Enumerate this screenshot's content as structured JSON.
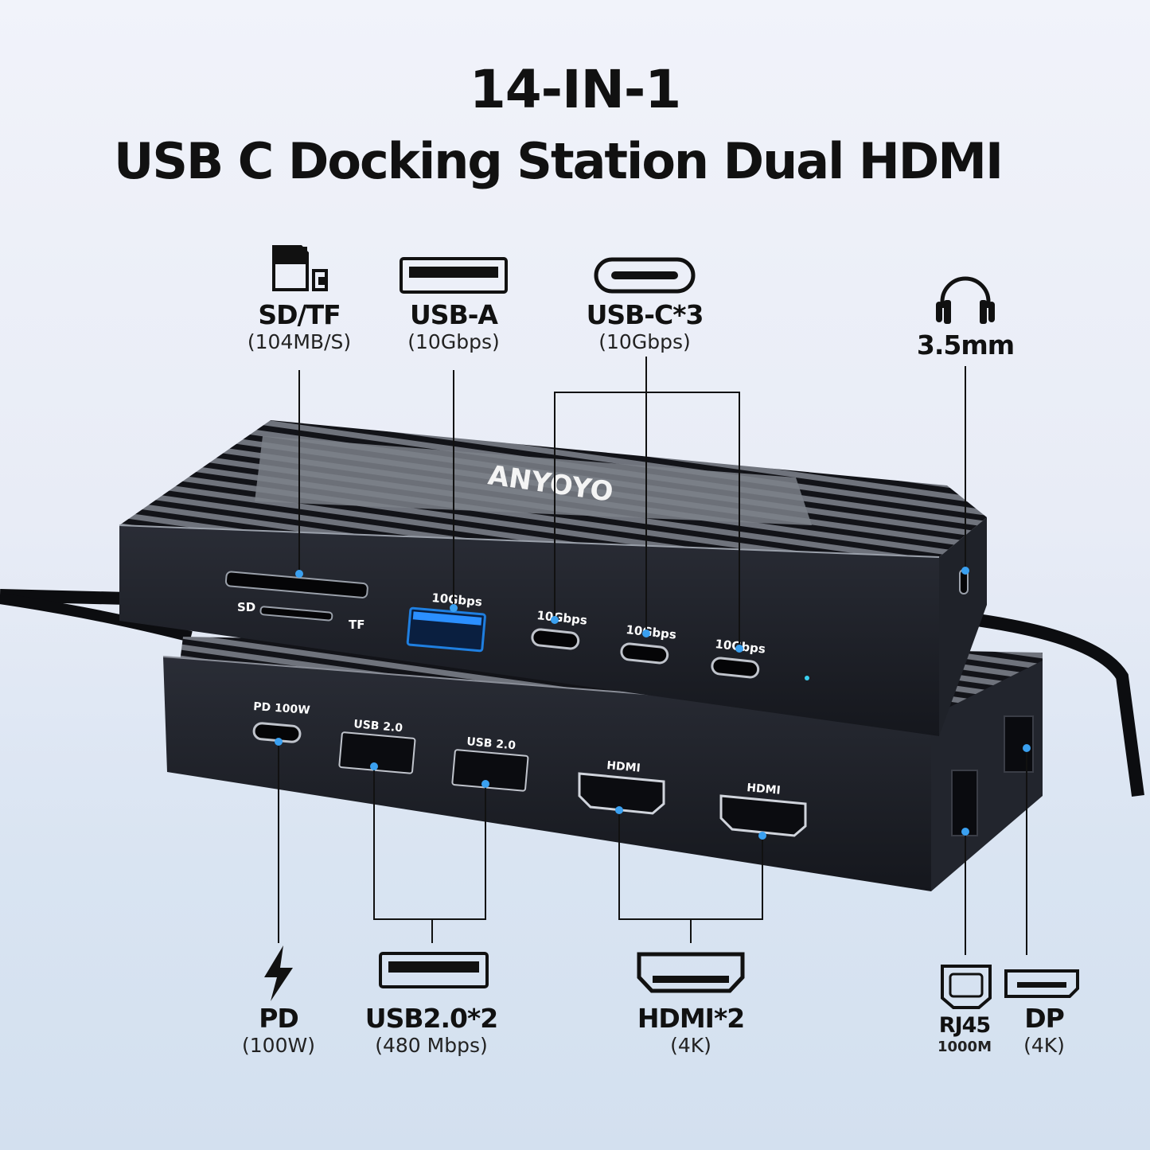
{
  "header": {
    "title_line1": "14-IN-1",
    "title_line2": "USB C Docking Station Dual HDMI"
  },
  "brand": {
    "logo_text": "ANYOYO"
  },
  "top_callouts": [
    {
      "id": "sd-tf",
      "icon": "sd-card-icon",
      "name": "SD/TF",
      "spec": "(104MB/S)"
    },
    {
      "id": "usb-a",
      "icon": "usb-a-icon",
      "name": "USB-A",
      "spec": "(10Gbps)"
    },
    {
      "id": "usb-c",
      "icon": "usb-c-icon",
      "name": "USB-C*3",
      "spec": "(10Gbps)"
    },
    {
      "id": "audio",
      "icon": "headphones-icon",
      "name": "3.5mm",
      "spec": ""
    }
  ],
  "bottom_callouts": [
    {
      "id": "pd",
      "icon": "lightning-icon",
      "name": "PD",
      "spec": "(100W)"
    },
    {
      "id": "usb2",
      "icon": "usb-a-icon",
      "name": "USB2.0*2",
      "spec": "(480 Mbps)"
    },
    {
      "id": "hdmi",
      "icon": "hdmi-icon",
      "name": "HDMI*2",
      "spec": "(4K)"
    },
    {
      "id": "rj45",
      "icon": "ethernet-icon",
      "name": "RJ45",
      "spec": "1000M"
    },
    {
      "id": "dp",
      "icon": "displayport-icon",
      "name": "DP",
      "spec": "(4K)"
    }
  ],
  "upper_device_ports": {
    "sd_label": "SD",
    "tf_label": "TF",
    "usb_a_speed": "10Gbps",
    "usb_c_speeds": [
      "10Gbps",
      "10Gbps",
      "10Gbps"
    ]
  },
  "lower_device_ports": {
    "pd_label": "PD 100W",
    "usb2_labels": [
      "USB 2.0",
      "USB 2.0"
    ],
    "hdmi_labels": [
      "HDMI",
      "HDMI"
    ]
  },
  "colors": {
    "accent_dot": "#3aa0f0",
    "usb3_blue": "#1f7fe0",
    "device_body": "#1c1e25"
  }
}
